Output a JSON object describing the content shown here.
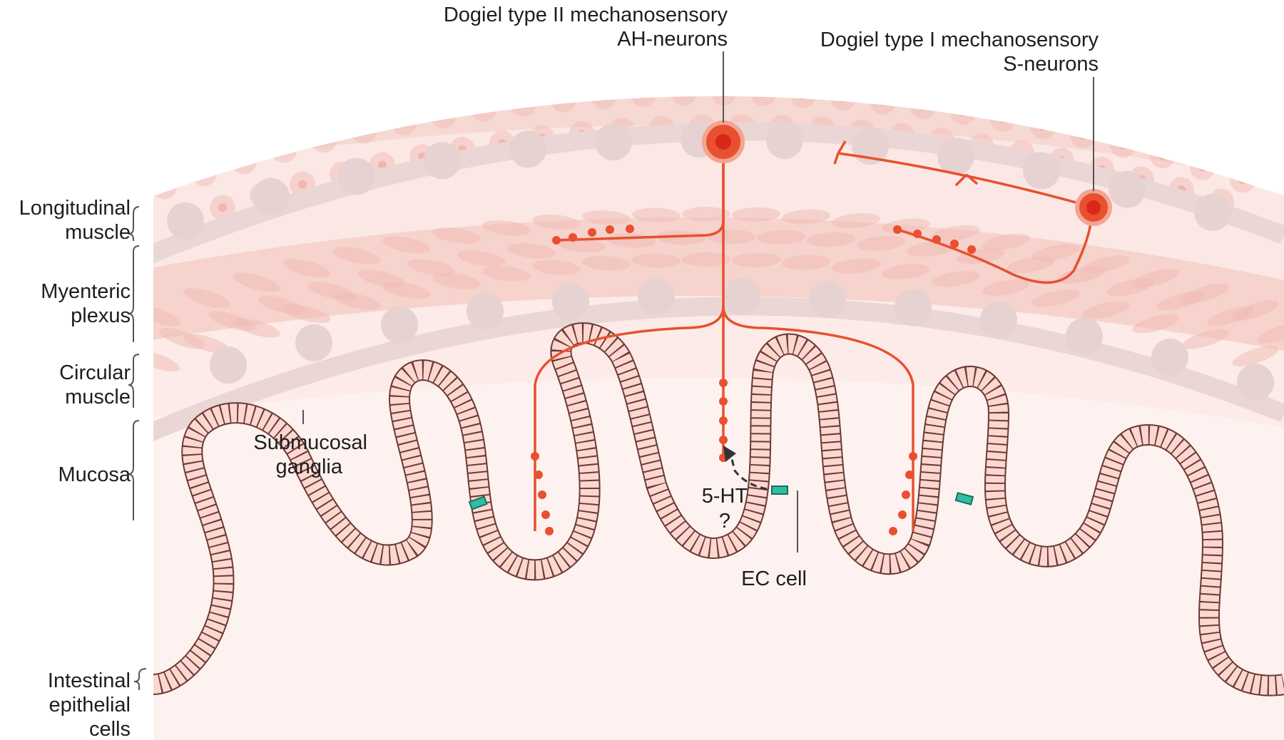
{
  "colors": {
    "tissue_light": "#fdf0ee",
    "tissue_mid": "#f8dfdb",
    "muscle_cell": "#efb9b2",
    "muscle_nucleus": "#e9a79e",
    "ganglia": "#e6d2d0",
    "neuron": "#e8502f",
    "neuron_core": "#d8281a",
    "epithelium_fill": "#fbd7cf",
    "epithelium_stroke": "#6b3a35",
    "ec_cell": "#2ebfa0",
    "label_line": "#555555"
  },
  "icons": [
    "neuron-cell-body",
    "varicosity-dot",
    "ec-cell-marker"
  ],
  "labels": {
    "ah_neurons_line1": "Dogiel type II mechanosensory",
    "ah_neurons_line2": "AH-neurons",
    "s_neurons_line1": "Dogiel type I mechanosensory",
    "s_neurons_line2": "S-neurons",
    "longitudinal_line1": "Longitudinal",
    "longitudinal_line2": "muscle",
    "myenteric_line1": "Myenteric",
    "myenteric_line2": "plexus",
    "circular_line1": "Circular",
    "circular_line2": "muscle",
    "mucosa": "Mucosa",
    "submucosal_line1": "Submucosal",
    "submucosal_line2": "ganglia",
    "ht_line1": "5-HT",
    "ht_line2": "?",
    "ec_cell": "EC cell",
    "epithelial_line1": "Intestinal",
    "epithelial_line2": "epithelial",
    "epithelial_line3": "cells"
  }
}
